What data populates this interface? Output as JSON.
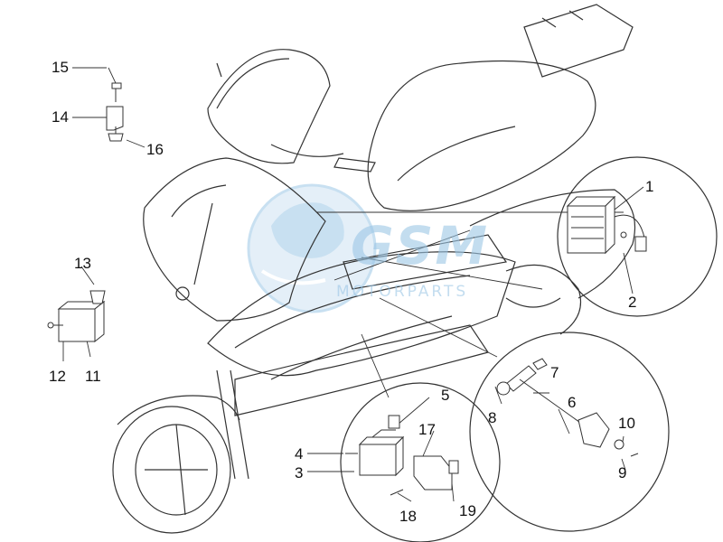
{
  "watermark": {
    "brand": "GSM",
    "sub": "MOTORPARTS",
    "color": "#9cc7e6"
  },
  "callouts": [
    {
      "id": "c1",
      "label": "1"
    },
    {
      "id": "c2",
      "label": "2"
    },
    {
      "id": "c3",
      "label": "3"
    },
    {
      "id": "c4",
      "label": "4"
    },
    {
      "id": "c5",
      "label": "5"
    },
    {
      "id": "c6",
      "label": "6"
    },
    {
      "id": "c7",
      "label": "7"
    },
    {
      "id": "c8",
      "label": "8"
    },
    {
      "id": "c9",
      "label": "9"
    },
    {
      "id": "c10",
      "label": "10"
    },
    {
      "id": "c11",
      "label": "11"
    },
    {
      "id": "c12",
      "label": "12"
    },
    {
      "id": "c13",
      "label": "13"
    },
    {
      "id": "c14",
      "label": "14"
    },
    {
      "id": "c15",
      "label": "15"
    },
    {
      "id": "c16",
      "label": "16"
    },
    {
      "id": "c17",
      "label": "17"
    },
    {
      "id": "c18",
      "label": "18"
    },
    {
      "id": "c19",
      "label": "19"
    }
  ],
  "colors": {
    "line": "#333333",
    "light": "#888888",
    "watermark": "#9cc7e6"
  }
}
